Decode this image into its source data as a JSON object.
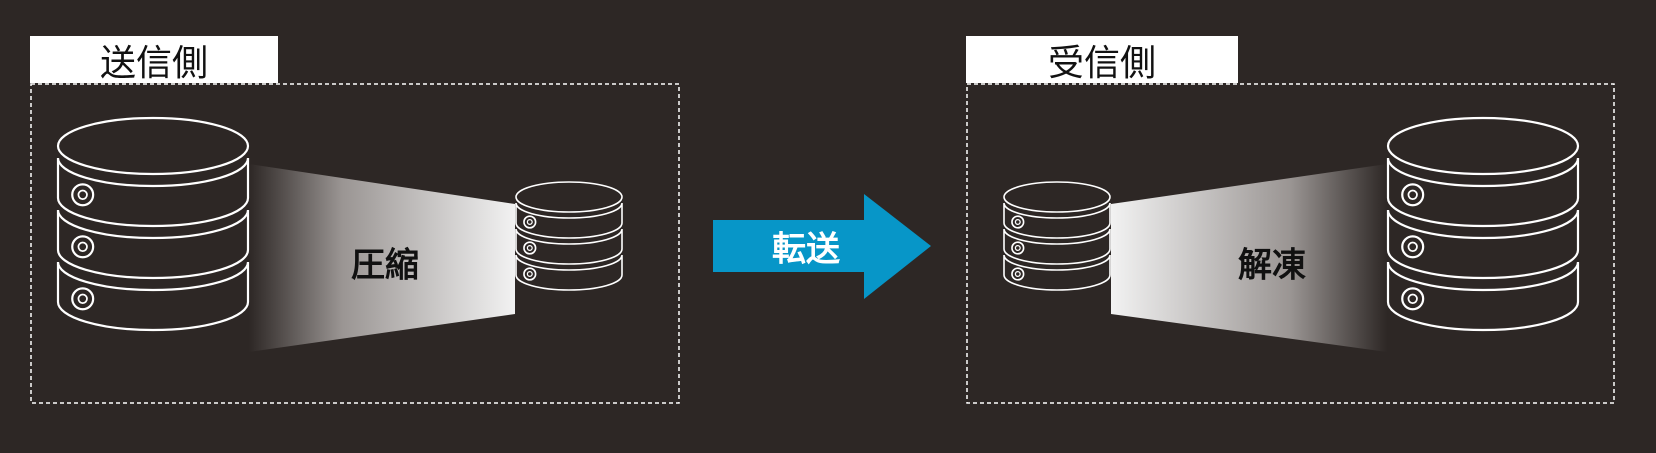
{
  "sender": {
    "title": "送信側",
    "process_label": "圧縮"
  },
  "receiver": {
    "title": "受信側",
    "process_label": "解凍"
  },
  "transfer": {
    "label": "転送"
  },
  "colors": {
    "background": "#2d2725",
    "arrow": "#0796c8",
    "line": "#ffffff"
  },
  "icons": [
    "database-icon",
    "arrow-right-icon"
  ]
}
